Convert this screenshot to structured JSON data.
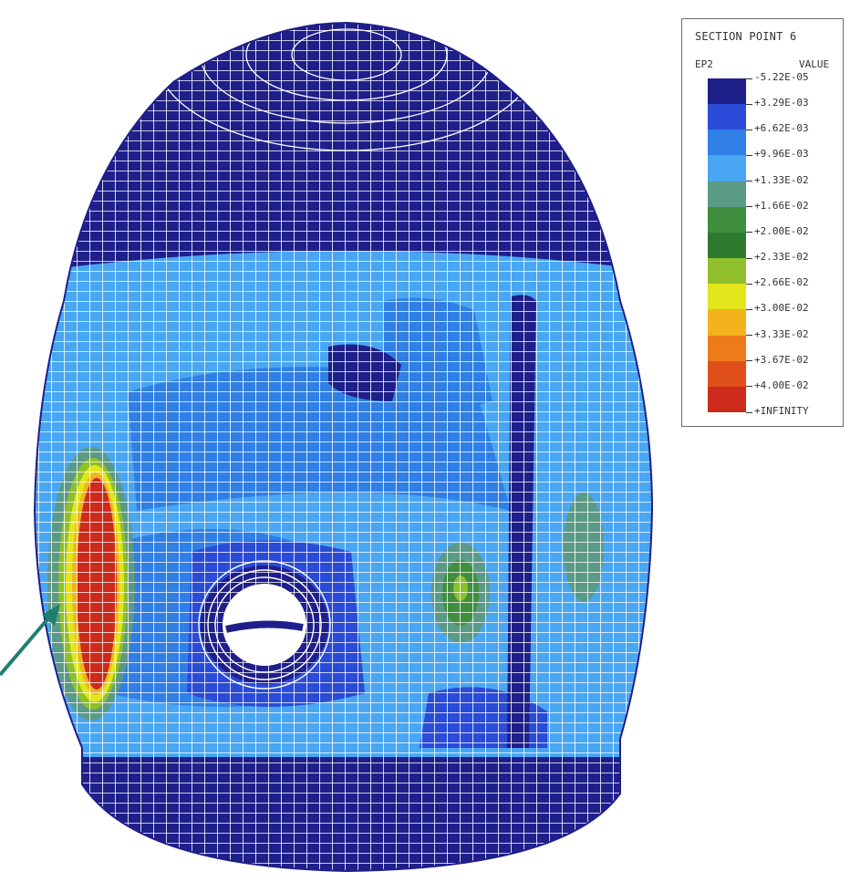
{
  "legend": {
    "title": "SECTION POINT 6",
    "variable": "EP2",
    "value_header": "VALUE",
    "levels": [
      {
        "label": "-5.22E-05",
        "color": "#1f1f8a"
      },
      {
        "label": "+3.29E-03",
        "color": "#2a4bd7"
      },
      {
        "label": "+6.62E-03",
        "color": "#2f7fe6"
      },
      {
        "label": "+9.96E-03",
        "color": "#49a6f2"
      },
      {
        "label": "+1.33E-02",
        "color": "#5b9a86"
      },
      {
        "label": "+1.66E-02",
        "color": "#3f8f3f"
      },
      {
        "label": "+2.00E-02",
        "color": "#2e7a2e"
      },
      {
        "label": "+2.33E-02",
        "color": "#8fbf2a"
      },
      {
        "label": "+2.66E-02",
        "color": "#e2e61a"
      },
      {
        "label": "+3.00E-02",
        "color": "#f2b31c"
      },
      {
        "label": "+3.33E-02",
        "color": "#ee7a1a"
      },
      {
        "label": "+3.67E-02",
        "color": "#e0501a"
      },
      {
        "label": "+4.00E-02",
        "color": "#cc2a1a"
      },
      {
        "label": "+INFINITY",
        "color": null
      }
    ]
  },
  "figure": {
    "mesh_color": "#ffffff",
    "arrow_color": "#1f7f6f"
  }
}
